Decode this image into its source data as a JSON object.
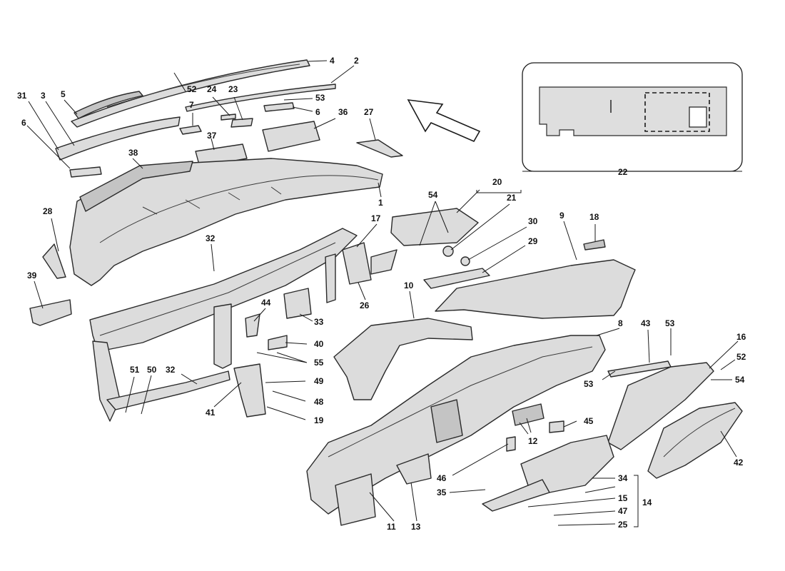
{
  "callouts": {
    "c1": "1",
    "c2": "2",
    "c4": "4",
    "c3": "3",
    "c5": "5",
    "c6a": "6",
    "c6b": "6",
    "c7": "7",
    "c8": "8",
    "c9": "9",
    "c10": "10",
    "c11": "11",
    "c12": "12",
    "c13": "13",
    "c14": "14",
    "c15": "15",
    "c16": "16",
    "c17": "17",
    "c18": "18",
    "c19": "19",
    "c20": "20",
    "c21": "21",
    "c22": "22",
    "c23": "23",
    "c24": "24",
    "c25": "25",
    "c26": "26",
    "c27": "27",
    "c28": "28",
    "c29": "29",
    "c30": "30",
    "c31": "31",
    "c32a": "32",
    "c32b": "32",
    "c33": "33",
    "c34": "34",
    "c35": "35",
    "c36": "36",
    "c37": "37",
    "c38": "38",
    "c39": "39",
    "c40": "40",
    "c41": "41",
    "c42": "42",
    "c43": "43",
    "c44": "44",
    "c45": "45",
    "c46": "46",
    "c47": "47",
    "c48": "48",
    "c49": "49",
    "c50": "50",
    "c51": "51",
    "c52a": "52",
    "c52b": "52",
    "c53a": "53",
    "c53b": "53",
    "c53c": "53",
    "c53d": "53",
    "c54a": "54",
    "c54b": "54",
    "c55": "55"
  },
  "colors": {
    "part_fill": "#dcdcdc",
    "line": "#1a1a1a",
    "background": "#ffffff"
  }
}
